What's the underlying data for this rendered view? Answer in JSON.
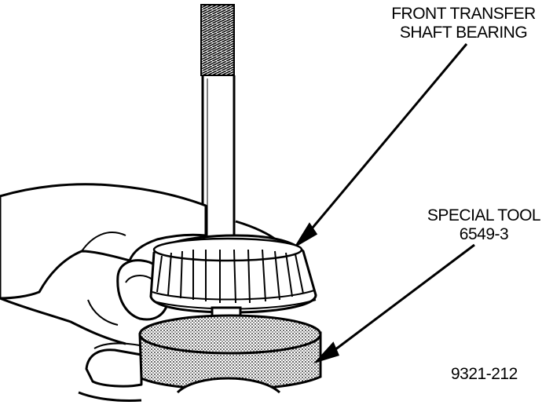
{
  "labels": {
    "bearing": {
      "line1": "FRONT TRANSFER",
      "line2": "SHAFT BEARING"
    },
    "tool": {
      "line1": "SPECIAL TOOL",
      "line2": "6549-3"
    },
    "figure_number": "9321-212"
  },
  "colors": {
    "ink": "#000000",
    "paper": "#ffffff",
    "tool_shade": "#c8c8c8"
  }
}
